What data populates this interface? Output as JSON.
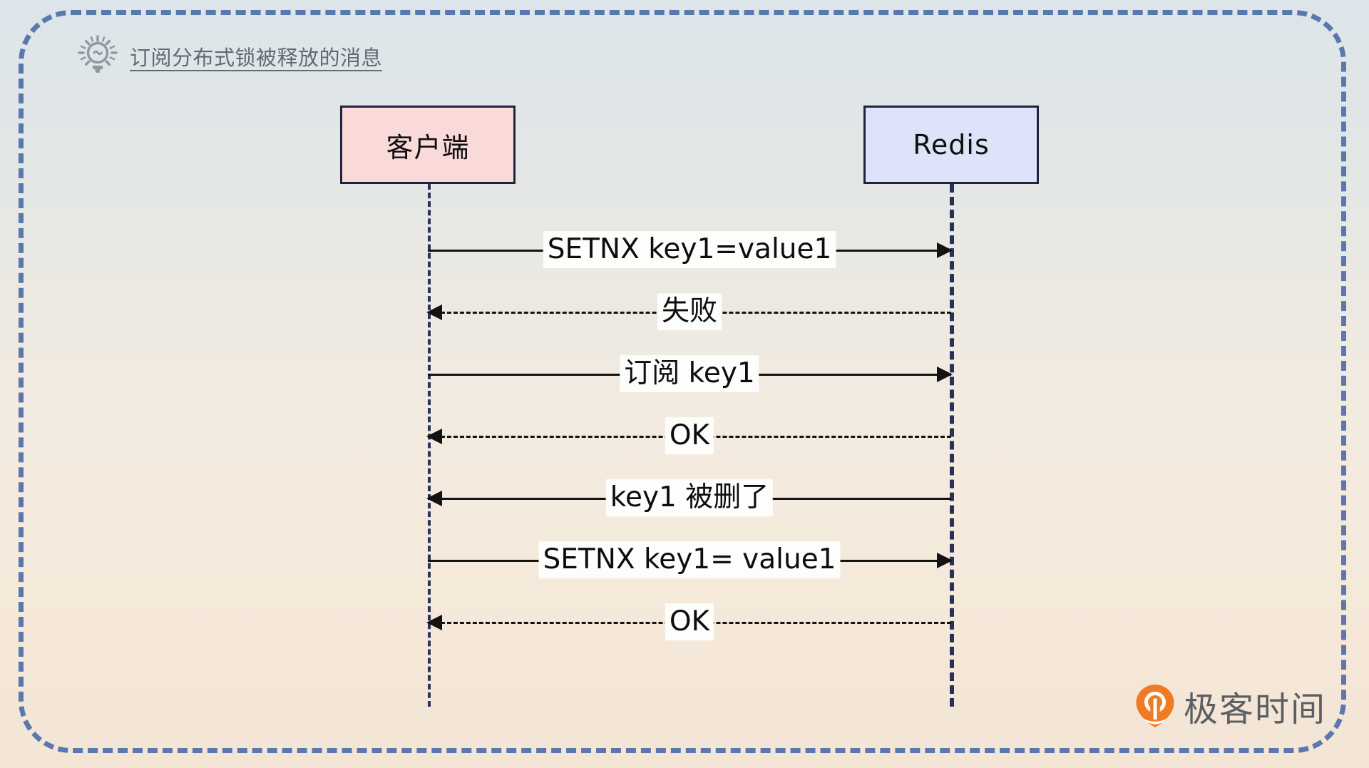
{
  "diagram": {
    "title": "订阅分布式锁被释放的消息",
    "title_icon": "lightbulb-idea-icon",
    "frame_style": "dashed-rounded",
    "frame_color": "#5a78ad",
    "background_top_color": "#dde5ea",
    "background_bottom_color": "#f4e5d5",
    "participants": [
      {
        "id": "client",
        "label": "客户端",
        "fill": "#fad9d9",
        "stroke": "#1f2340"
      },
      {
        "id": "redis",
        "label": "Redis",
        "fill": "#dde3f8",
        "stroke": "#1f2340"
      }
    ],
    "messages": [
      {
        "index": 1,
        "label": "SETNX key1=value1",
        "from": "client",
        "to": "redis",
        "direction": "to-right",
        "line": "solid"
      },
      {
        "index": 2,
        "label": "失败",
        "from": "redis",
        "to": "client",
        "direction": "to-left",
        "line": "dashed"
      },
      {
        "index": 3,
        "label": "订阅 key1",
        "from": "client",
        "to": "redis",
        "direction": "to-right",
        "line": "solid"
      },
      {
        "index": 4,
        "label": "OK",
        "from": "redis",
        "to": "client",
        "direction": "to-left",
        "line": "dashed"
      },
      {
        "index": 5,
        "label": "key1 被删了",
        "from": "redis",
        "to": "client",
        "direction": "to-left",
        "line": "solid"
      },
      {
        "index": 6,
        "label": "SETNX key1= value1",
        "from": "client",
        "to": "redis",
        "direction": "to-right",
        "line": "solid"
      },
      {
        "index": 7,
        "label": "OK",
        "from": "redis",
        "to": "client",
        "direction": "to-left",
        "line": "dashed"
      }
    ]
  },
  "watermark": {
    "text": "极客时间",
    "logo_icon": "geektime-drop-logo-icon",
    "logo_color": "#ef7b22"
  }
}
